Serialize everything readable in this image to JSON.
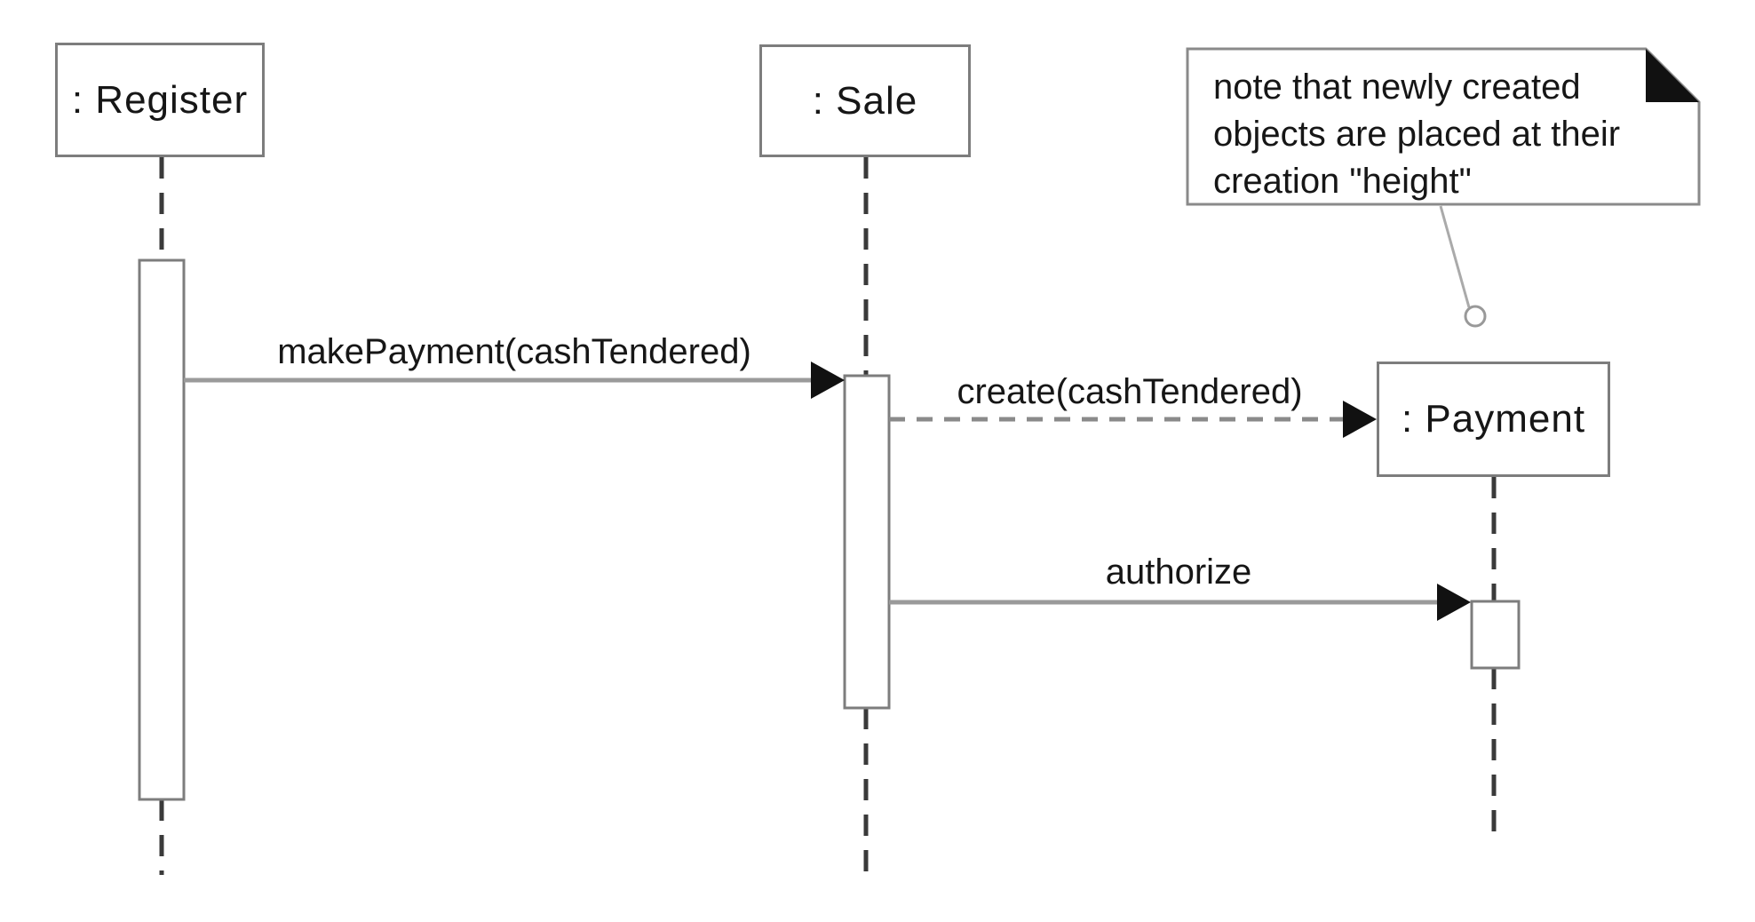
{
  "diagram_type": "uml-sequence-diagram",
  "participants": [
    {
      "id": "register",
      "label": ": Register"
    },
    {
      "id": "sale",
      "label": ": Sale"
    },
    {
      "id": "payment",
      "label": ": Payment"
    }
  ],
  "messages": [
    {
      "from": "register",
      "to": "sale",
      "label": "makePayment(cashTendered)",
      "style": "solid"
    },
    {
      "from": "sale",
      "to": "payment",
      "label": "create(cashTendered)",
      "style": "dashed"
    },
    {
      "from": "sale",
      "to": "payment",
      "label": "authorize",
      "style": "solid"
    }
  ],
  "note": {
    "lines": [
      "note that newly created",
      "objects are placed at their",
      "creation \"height\""
    ]
  },
  "colors": {
    "background": "#ffffff",
    "box_border": "#7d7d7d",
    "message_line": "#9a9a9a",
    "lifeline": "#3a3a3a",
    "arrowhead": "#111111",
    "text": "#161616",
    "note_border": "#8a8a8a",
    "note_fold": "#111111",
    "note_connector": "#aaaaaa"
  }
}
